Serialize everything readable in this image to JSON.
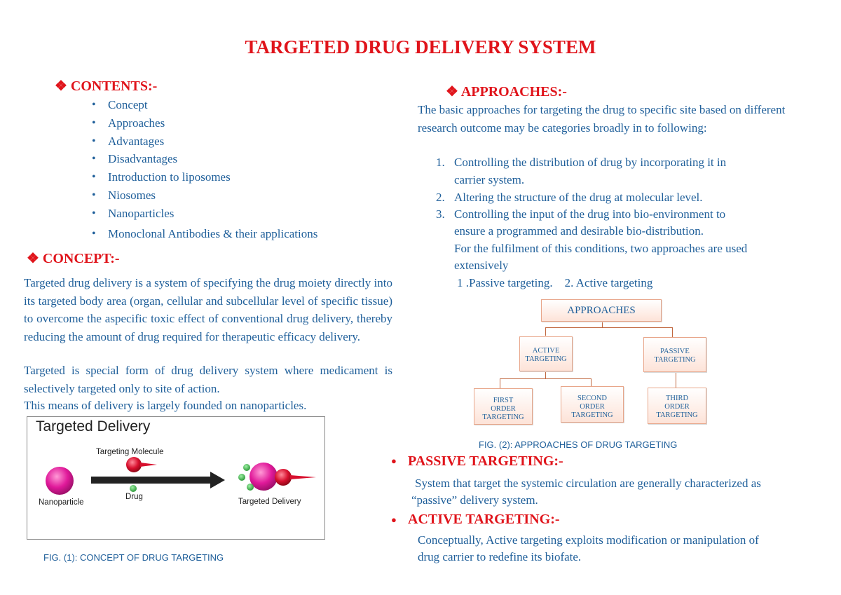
{
  "title": "TARGETED DRUG DELIVERY SYSTEM",
  "contents": {
    "heading": "❖ CONTENTS:-",
    "items": [
      "Concept",
      "Approaches",
      "Advantages",
      "Disadvantages",
      "Introduction to liposomes",
      "Niosomes",
      "Nanoparticles",
      "Monoclonal Antibodies & their applications"
    ]
  },
  "concept": {
    "heading": "❖ CONCEPT:-",
    "paragraph1": " Targeted drug delivery is a system of specifying the drug moiety directly into its targeted body area (organ, cellular and subcellular level of specific tissue) to overcome the aspecific toxic effect of conventional drug delivery, thereby reducing the amount of drug required for therapeutic efficacy delivery.",
    "paragraph2": " Targeted is special form of drug delivery system where medicament is selectively targeted only to site of action.",
    "paragraph3": "This means of delivery is largely founded on nanoparticles."
  },
  "figure1": {
    "heading": "Targeted Delivery",
    "label_molecule": "Targeting Molecule",
    "label_nanoparticle": "Nanoparticle",
    "label_drug": "Drug",
    "label_targeted": "Targeted Delivery",
    "caption": "FIG. (1): CONCEPT OF DRUG TARGETING",
    "colors": {
      "nanoparticle": "#e0199a",
      "molecule": "#d8102e",
      "drug": "#3bb54a"
    }
  },
  "approaches": {
    "heading": "❖ APPROACHES:-",
    "intro": "The basic approaches for targeting the drug to specific site based on different research outcome may be categories broadly in to following:",
    "items": [
      {
        "num": "1.",
        "l1": "Controlling the distribution of drug by incorporating it in",
        "l2": "carrier system."
      },
      {
        "num": "2.",
        "l1": "Altering the structure of the drug at molecular level."
      },
      {
        "num": "3.",
        "l1": "Controlling the input of the drug into bio-environment to",
        "l2": "ensure a programmed and desirable bio-distribution."
      }
    ],
    "note_l1": "For the fulfilment of this conditions, two approaches are used",
    "note_l2": "extensively",
    "types": "1 .Passive targeting.    2. Active targeting"
  },
  "figure2": {
    "root": "APPROACHES",
    "active_l1": "ACTIVE",
    "active_l2": "TARGETING",
    "passive_l1": "PASSIVE",
    "passive_l2": "TARGETING",
    "first_l1": "FIRST",
    "first_l2": "ORDER",
    "first_l3": "TARGETING",
    "second_l1": "SECOND",
    "second_l2": "ORDER",
    "second_l3": "TARGETING",
    "third_l1": "THIRD",
    "third_l2": "ORDER",
    "third_l3": "TARGETING",
    "caption": "FIG. (2): APPROACHES OF DRUG TARGETING"
  },
  "passive": {
    "heading": "PASSIVE TARGETING:-",
    "l1": "System that target the systemic circulation are generally characterized as",
    "l2": "“passive” delivery system."
  },
  "active": {
    "heading": "ACTIVE TARGETING:-",
    "l1": "Conceptually, Active targeting exploits modification or manipulation of",
    "l2": "drug carrier to redefine its biofate."
  },
  "colors": {
    "heading_red": "#e0141b",
    "body_blue": "#1f5f9a",
    "box_border": "#e8a68a",
    "connector": "#c0673f"
  }
}
